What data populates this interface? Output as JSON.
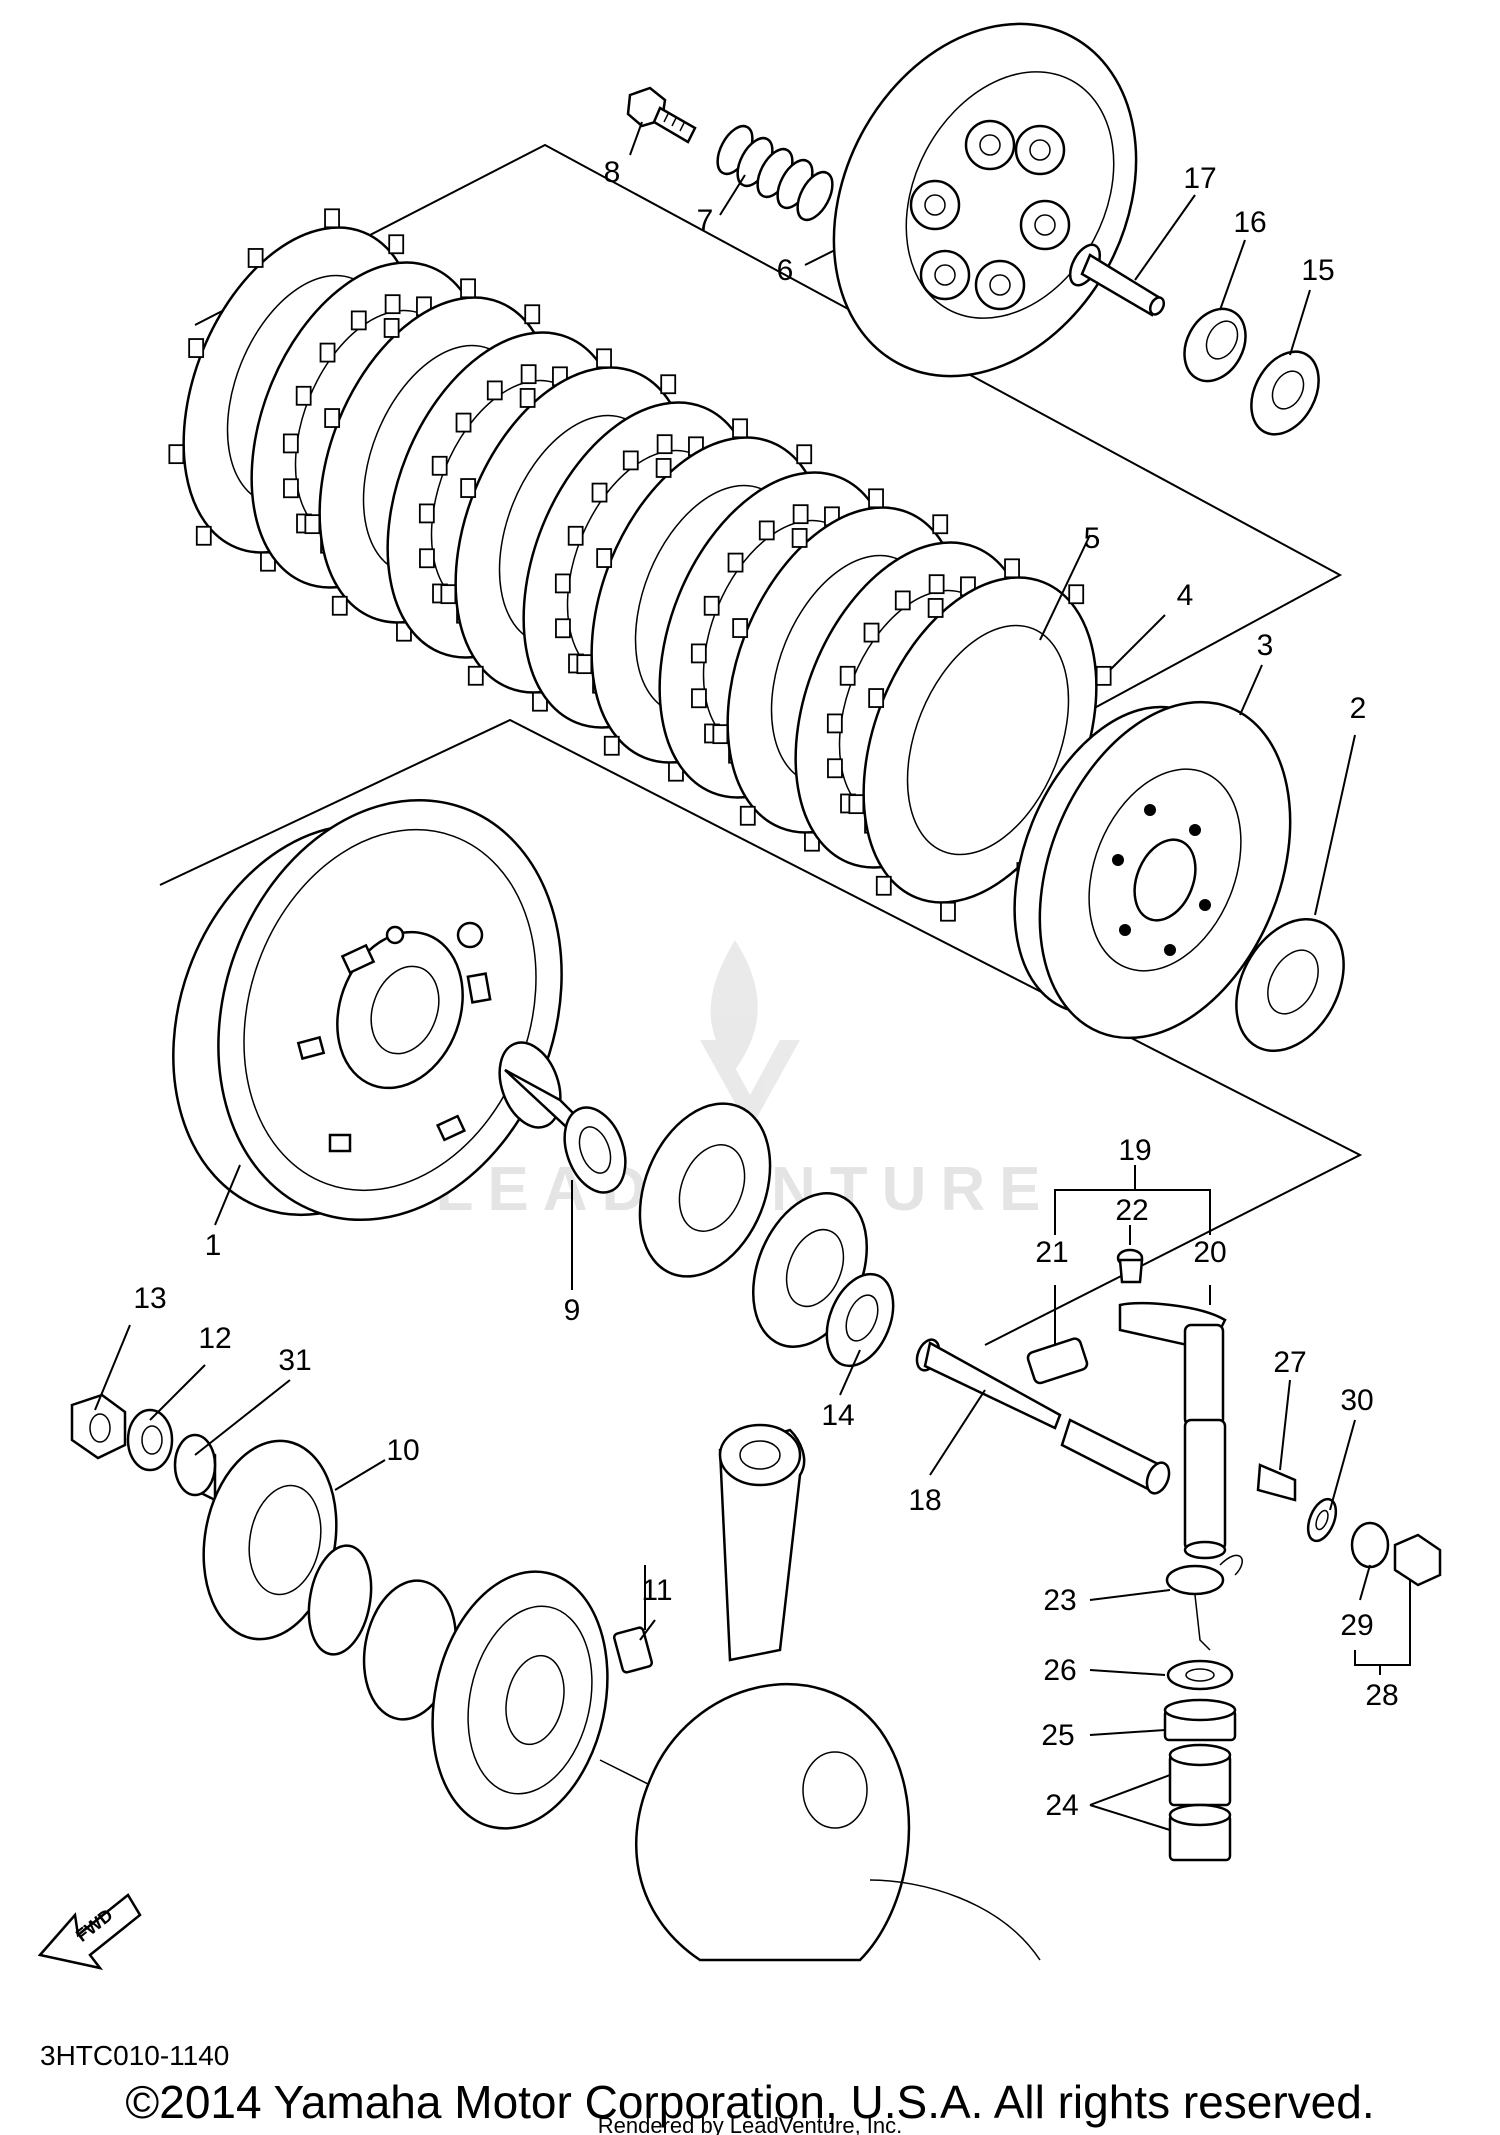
{
  "diagram": {
    "drawing_code": "3HTC010-1140",
    "copyright": "©2014 Yamaha Motor Corporation, U.S.A. All rights reserved.",
    "rendered_by": "Rendered by LeadVenture, Inc.",
    "watermark": "LEADVENTURE",
    "fwd_label": "FWD",
    "callouts": {
      "c1": "1",
      "c2": "2",
      "c3": "3",
      "c4": "4",
      "c5": "5",
      "c6": "6",
      "c7": "7",
      "c8": "8",
      "c9": "9",
      "c10": "10",
      "c11": "11",
      "c12": "12",
      "c13": "13",
      "c14": "14",
      "c15": "15",
      "c16": "16",
      "c17": "17",
      "c18": "18",
      "c19": "19",
      "c20": "20",
      "c21": "21",
      "c22": "22",
      "c23": "23",
      "c24": "24",
      "c25": "25",
      "c26": "26",
      "c27": "27",
      "c28": "28",
      "c29": "29",
      "c30": "30",
      "c31": "31"
    }
  }
}
